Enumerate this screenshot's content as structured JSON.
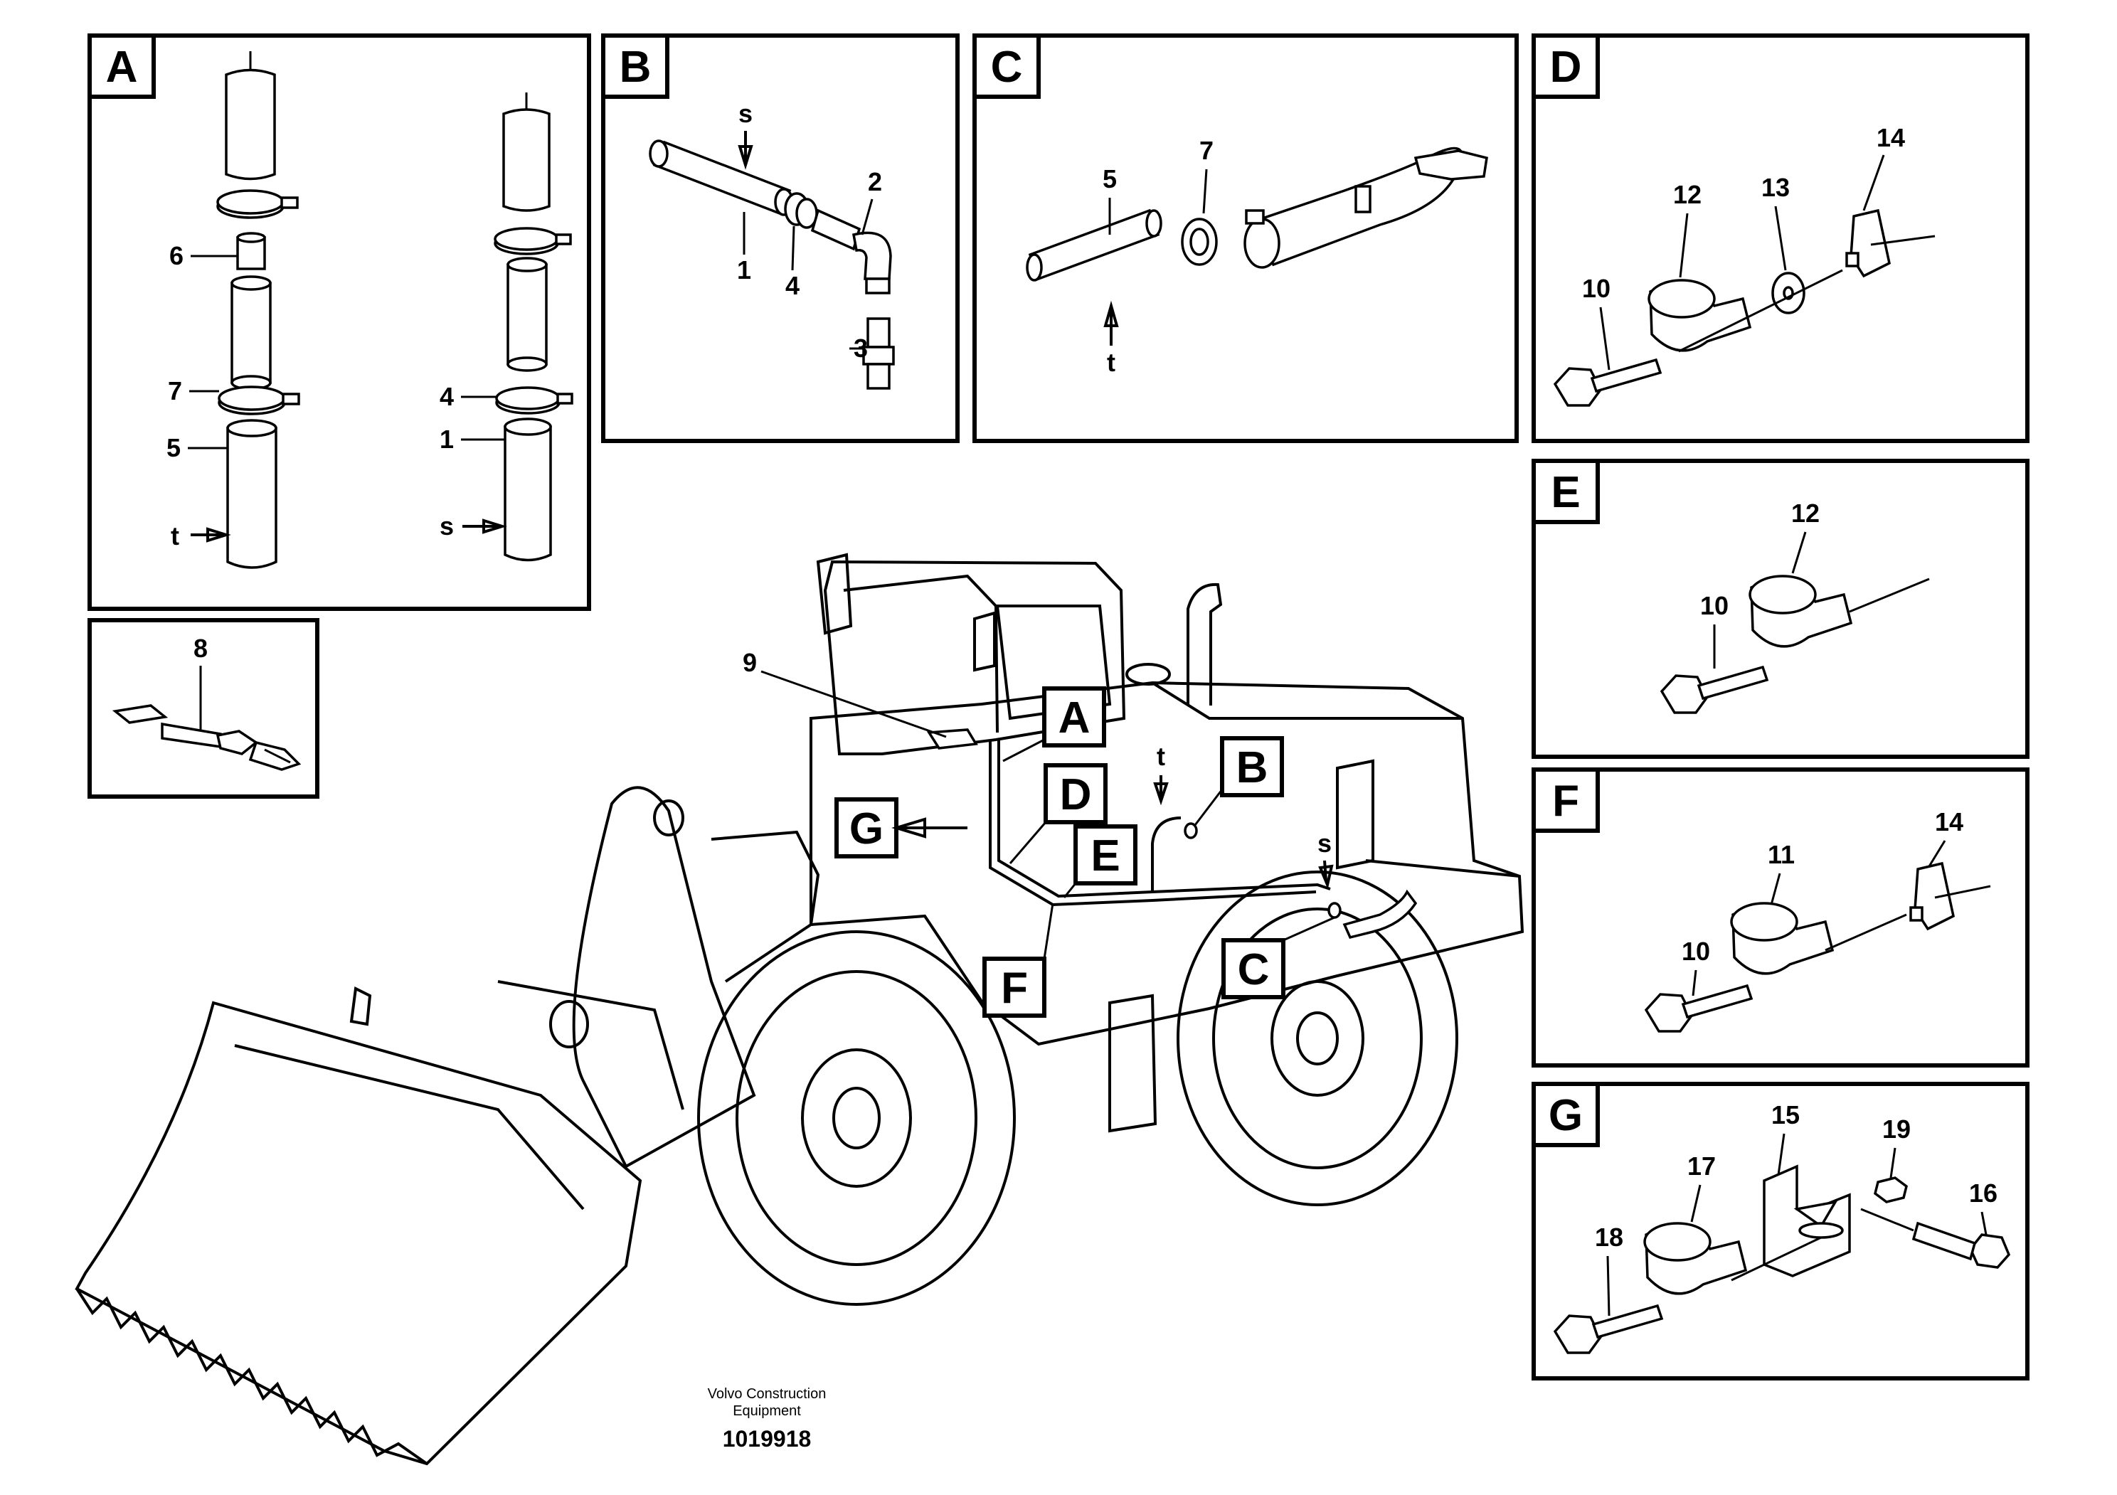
{
  "diagram": {
    "panels": {
      "A": {
        "letter": "A",
        "callouts": [
          "6",
          "7",
          "5",
          "4",
          "1"
        ],
        "flows": [
          "t",
          "s"
        ]
      },
      "B": {
        "letter": "B",
        "callouts": [
          "2",
          "1",
          "4",
          "3"
        ],
        "flows": [
          "s"
        ]
      },
      "C": {
        "letter": "C",
        "callouts": [
          "5",
          "7"
        ],
        "flows": [
          "t"
        ]
      },
      "D": {
        "letter": "D",
        "callouts": [
          "14",
          "12",
          "13",
          "10"
        ]
      },
      "E": {
        "letter": "E",
        "callouts": [
          "12",
          "10"
        ]
      },
      "F": {
        "letter": "F",
        "callouts": [
          "14",
          "11",
          "10"
        ]
      },
      "G": {
        "letter": "G",
        "callouts": [
          "15",
          "19",
          "17",
          "16",
          "18"
        ]
      },
      "strap": {
        "callouts": [
          "8"
        ]
      }
    },
    "machine": {
      "labels": [
        "A",
        "B",
        "C",
        "D",
        "E",
        "F",
        "G"
      ],
      "callouts": [
        "9"
      ],
      "flows": [
        "t",
        "s"
      ]
    },
    "credit": {
      "line1": "Volvo Construction",
      "line2": "Equipment",
      "code": "1019918"
    }
  }
}
